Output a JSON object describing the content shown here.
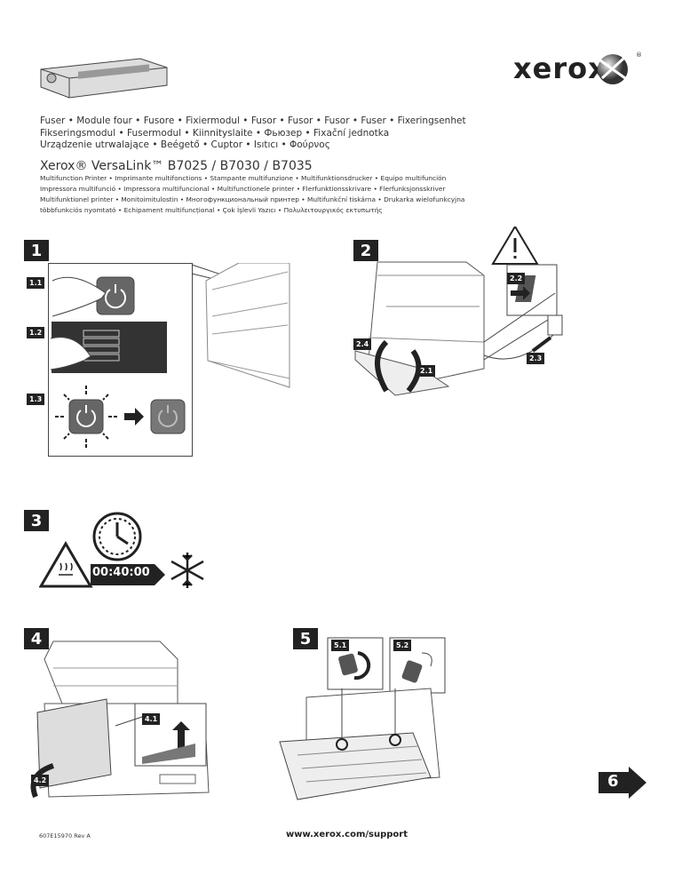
{
  "logo": {
    "text": "xerox",
    "registered": "®"
  },
  "part_names": {
    "line1": "Fuser • Module four • Fusore • Fixiermodul • Fusor • Fusor • Fusor • Fuser • Fixeringsenhet",
    "line2": "Fikseringsmodul • Fusermodul • Kiinnityslaite • Фьюзер • Fixační jednotka",
    "line3": "Urządzenie utrwalające • Beégető • Cuptor • Isıtıcı • Φούρνος"
  },
  "product": {
    "title": "Xerox® VersaLink™ B7025 / B7030 / B7035",
    "desc": [
      "Multifunction Printer • Imprimante multifonctions • Stampante multifunzione • Multifunktionsdrucker • Equipo multifunción",
      "Impressora multifunció • Impressora multifuncional • Multifunctionele printer • Flerfunktionsskrivare • Flerfunksjonsskriver",
      "Multifunktionel printer • Monitoimitulostin • Многофункциональный принтер • Multifunkční tiskárna • Drukarka wielofunkcyjna",
      "többfunkciós nyomtató • Echipament multifuncțional • Çok İşlevli Yazıcı • Πολυλειτουργικός εκτυπωτής"
    ]
  },
  "steps": {
    "s1": {
      "number": "1",
      "sub": [
        "1.1",
        "1.2",
        "1.3"
      ]
    },
    "s2": {
      "number": "2",
      "sub": [
        "2.1",
        "2.2",
        "2.3",
        "2.4"
      ]
    },
    "s3": {
      "number": "3",
      "timer": "00:40:00"
    },
    "s4": {
      "number": "4",
      "sub": [
        "4.1",
        "4.2"
      ]
    },
    "s5": {
      "number": "5",
      "sub": [
        "5.1",
        "5.2"
      ]
    },
    "next": {
      "number": "6"
    }
  },
  "footer": {
    "doc_id": "607E15970 Rev A",
    "url": "www.xerox.com/support"
  }
}
